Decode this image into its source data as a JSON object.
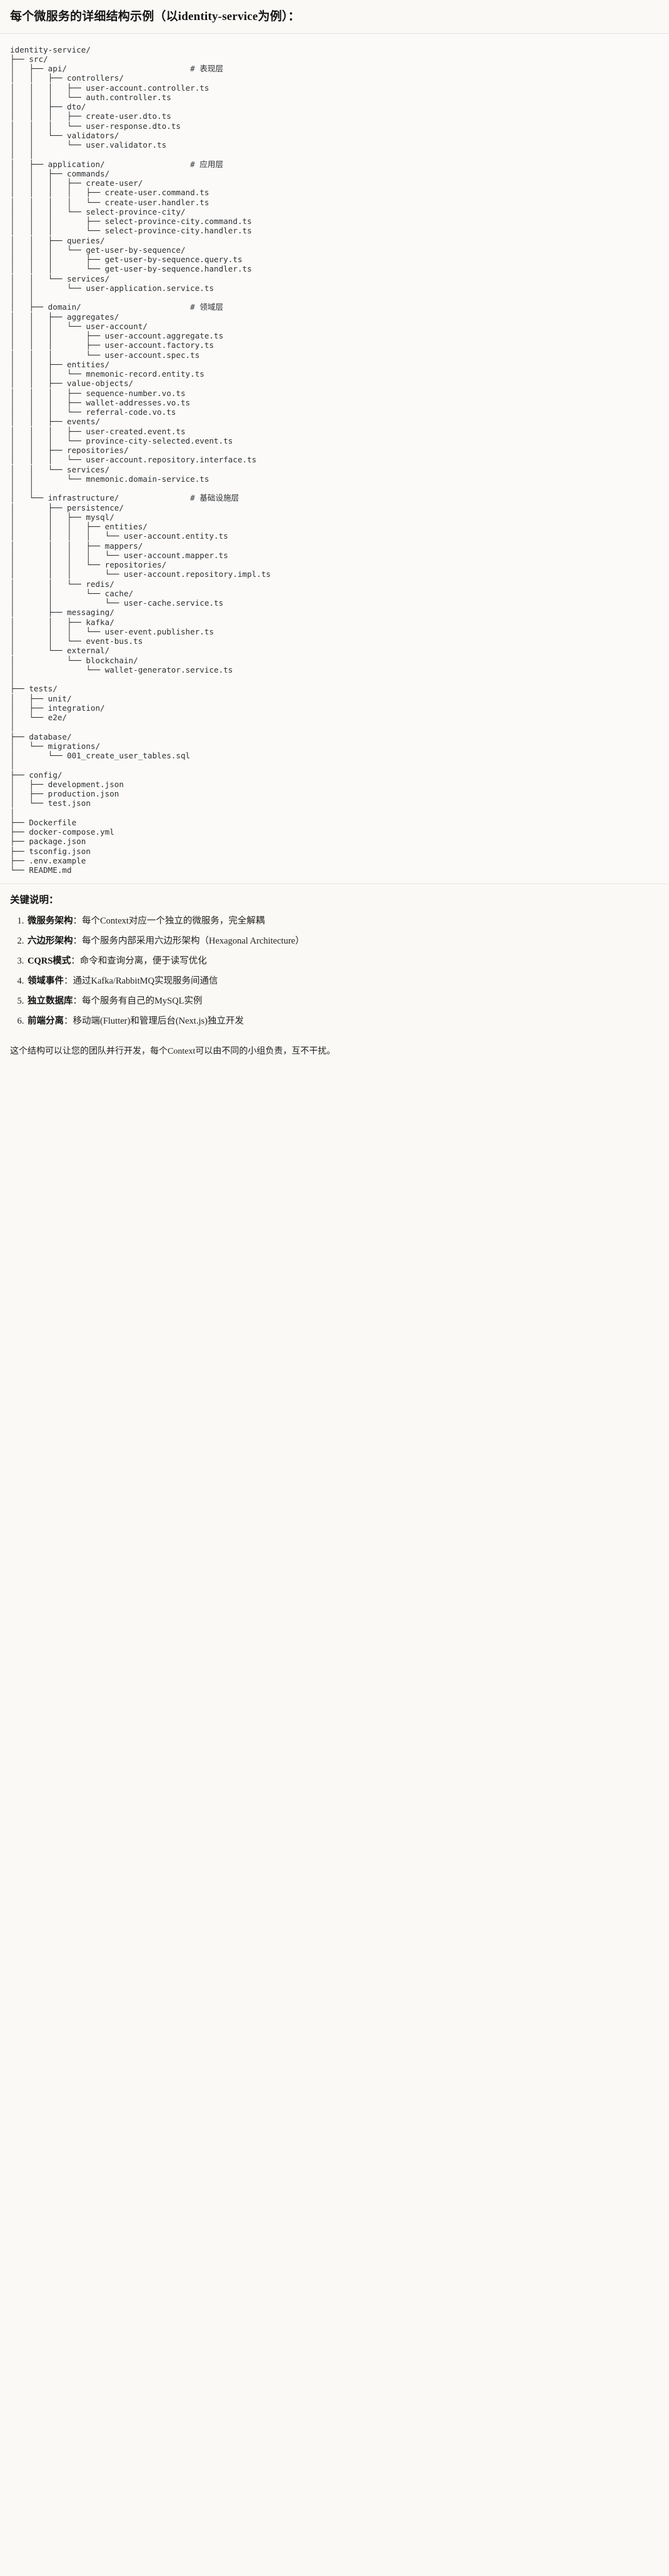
{
  "header": {
    "title": "每个微服务的详细结构示例（以identity-service为例）："
  },
  "tree": {
    "root": "identity-service/",
    "text": "identity-service/\n├── src/\n│   ├── api/                          # 表现层\n│   │   ├── controllers/\n│   │   │   ├── user-account.controller.ts\n│   │   │   └── auth.controller.ts\n│   │   ├── dto/\n│   │   │   ├── create-user.dto.ts\n│   │   │   └── user-response.dto.ts\n│   │   └── validators/\n│   │       └── user.validator.ts\n│   │\n│   ├── application/                  # 应用层\n│   │   ├── commands/\n│   │   │   ├── create-user/\n│   │   │   │   ├── create-user.command.ts\n│   │   │   │   └── create-user.handler.ts\n│   │   │   └── select-province-city/\n│   │   │       ├── select-province-city.command.ts\n│   │   │       └── select-province-city.handler.ts\n│   │   ├── queries/\n│   │   │   └── get-user-by-sequence/\n│   │   │       ├── get-user-by-sequence.query.ts\n│   │   │       └── get-user-by-sequence.handler.ts\n│   │   └── services/\n│   │       └── user-application.service.ts\n│   │\n│   ├── domain/                       # 领域层\n│   │   ├── aggregates/\n│   │   │   └── user-account/\n│   │   │       ├── user-account.aggregate.ts\n│   │   │       ├── user-account.factory.ts\n│   │   │       └── user-account.spec.ts\n│   │   ├── entities/\n│   │   │   └── mnemonic-record.entity.ts\n│   │   ├── value-objects/\n│   │   │   ├── sequence-number.vo.ts\n│   │   │   ├── wallet-addresses.vo.ts\n│   │   │   └── referral-code.vo.ts\n│   │   ├── events/\n│   │   │   ├── user-created.event.ts\n│   │   │   └── province-city-selected.event.ts\n│   │   ├── repositories/\n│   │   │   └── user-account.repository.interface.ts\n│   │   └── services/\n│   │       └── mnemonic.domain-service.ts\n│   │\n│   └── infrastructure/               # 基础设施层\n│       ├── persistence/\n│       │   ├── mysql/\n│       │   │   ├── entities/\n│       │   │   │   └── user-account.entity.ts\n│       │   │   ├── mappers/\n│       │   │   │   └── user-account.mapper.ts\n│       │   │   └── repositories/\n│       │   │       └── user-account.repository.impl.ts\n│       │   └── redis/\n│       │       └── cache/\n│       │           └── user-cache.service.ts\n│       ├── messaging/\n│       │   ├── kafka/\n│       │   │   └── user-event.publisher.ts\n│       │   └── event-bus.ts\n│       └── external/\n│           └── blockchain/\n│               └── wallet-generator.service.ts\n│\n├── tests/\n│   ├── unit/\n│   ├── integration/\n│   └── e2e/\n│\n├── database/\n│   └── migrations/\n│       └── 001_create_user_tables.sql\n│\n├── config/\n│   ├── development.json\n│   ├── production.json\n│   └── test.json\n│\n├── Dockerfile\n├── docker-compose.yml\n├── package.json\n├── tsconfig.json\n├── .env.example\n└── README.md",
    "layer_comments": [
      {
        "path": "src/api/",
        "comment": "# 表现层"
      },
      {
        "path": "src/application/",
        "comment": "# 应用层"
      },
      {
        "path": "src/domain/",
        "comment": "# 领域层"
      },
      {
        "path": "src/infrastructure/",
        "comment": "# 基础设施层"
      }
    ]
  },
  "notes": {
    "title": "关键说明：",
    "items": [
      {
        "term": "微服务架构",
        "sep": "：",
        "desc": "每个Context对应一个独立的微服务，完全解耦"
      },
      {
        "term": "六边形架构",
        "sep": "：",
        "desc": "每个服务内部采用六边形架构（Hexagonal Architecture）"
      },
      {
        "term": "CQRS模式",
        "sep": "：",
        "desc": "命令和查询分离，便于读写优化"
      },
      {
        "term": "领域事件",
        "sep": "：",
        "desc": "通过Kafka/RabbitMQ实现服务间通信"
      },
      {
        "term": "独立数据库",
        "sep": "：",
        "desc": "每个服务有自己的MySQL实例"
      },
      {
        "term": "前端分离",
        "sep": "：",
        "desc": "移动端(Flutter)和管理后台(Next.js)独立开发"
      }
    ]
  },
  "footer": {
    "text": "这个结构可以让您的团队并行开发，每个Context可以由不同的小组负责，互不干扰。"
  }
}
